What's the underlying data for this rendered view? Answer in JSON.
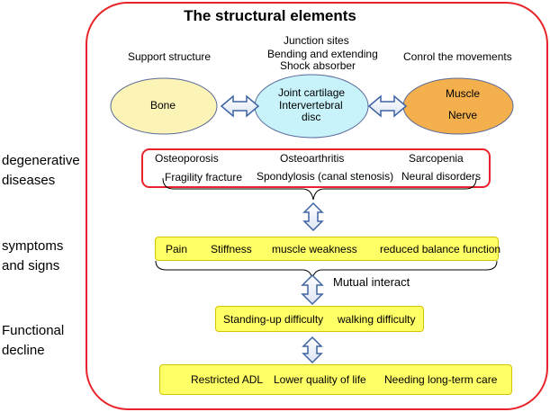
{
  "title": "The structural elements",
  "top_labels": {
    "support": "Support structure",
    "junction": "Junction sites",
    "bending": "Bending and extending",
    "shock": "Shock absorber",
    "control": "Conrol  the movements"
  },
  "ellipses": {
    "bone": "Bone",
    "joint_line1": "Joint cartilage",
    "joint_line2": "Intervertebral",
    "joint_line3": "disc",
    "muscle": "Muscle",
    "nerve": "Nerve"
  },
  "side_labels": {
    "degenerative_1": "degenerative",
    "degenerative_2": "diseases",
    "symptoms_1": "symptoms",
    "symptoms_2": "and signs",
    "functional_1": "Functional",
    "functional_2": "decline"
  },
  "diseases": {
    "osteoporosis": "Osteoporosis",
    "osteoarthritis": "Osteoarthritis",
    "sarcopenia": "Sarcopenia",
    "fragility": "Fragility fracture",
    "spondylosis": "Spondylosis (canal stenosis)",
    "neural": "Neural disorders"
  },
  "symptoms": {
    "pain": "Pain",
    "stiffness": "Stiffness",
    "weakness": "muscle weakness",
    "balance": "reduced balance function"
  },
  "mutual": "Mutual interact",
  "functional": {
    "standing": "Standing-up difficulty",
    "walking": "walking difficulty"
  },
  "outcomes": {
    "adl": "Restricted ADL",
    "qol": "Lower quality of life",
    "care": "Needing long-term care"
  },
  "colors": {
    "frame_red": "#e8232a",
    "bone_fill": "#fcf3b6",
    "joint_fill": "#c8f3fb",
    "muscle_fill": "#f4b04c",
    "box_yellow": "#ffff66",
    "arrow_blue": "#3e63a3"
  }
}
